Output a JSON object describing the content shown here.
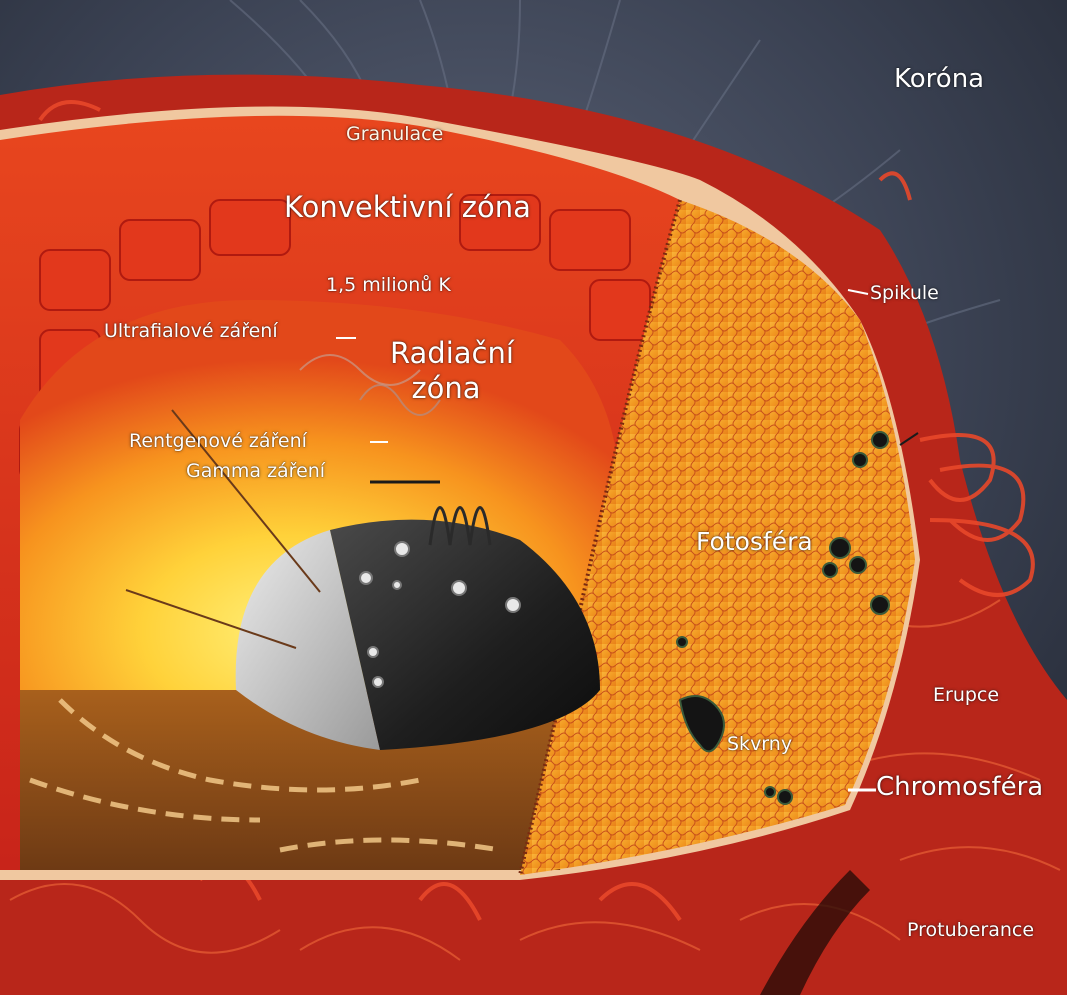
{
  "labels": {
    "corona": "Koróna",
    "granulation": "Granulace",
    "convective_zone": "Konvektivní zóna",
    "temperature": "1,5 milionů K",
    "ultraviolet": "Ultrafialové záření",
    "radiative_zone": "Radiační zóna",
    "xray": "Rentgenové záření",
    "gamma": "Gamma záření",
    "spicules": "Spikule",
    "photosphere": "Fotosféra",
    "flares": "Erupce",
    "sunspots": "Skvrny",
    "chromosphere": "Chromosféra",
    "prominences": "Protuberance"
  },
  "colors": {
    "corona_background": "#3a4152",
    "convective_zone": "#d8321a",
    "radiative_zone_inner": "#ffd23a",
    "photosphere": "#f7a522",
    "core_dark": "#1c1c1c",
    "core_light": "#c9c9c9",
    "chromosphere": "#c8301a"
  }
}
